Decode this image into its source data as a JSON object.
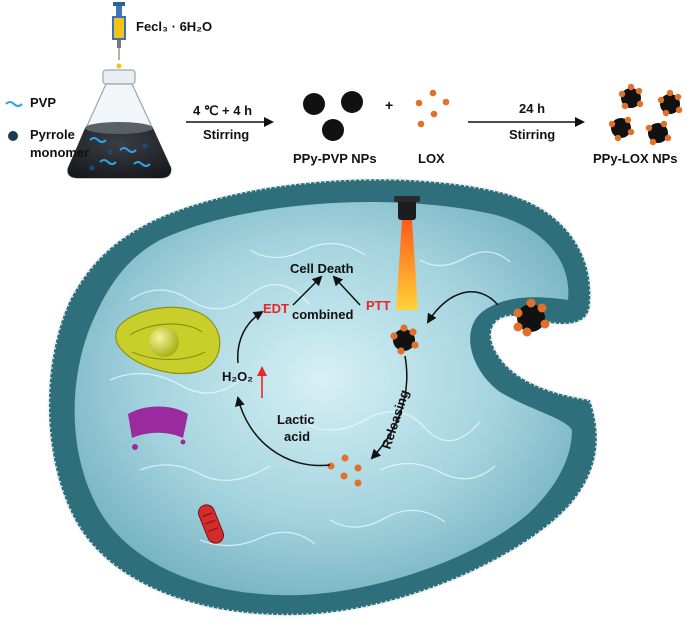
{
  "synthesis": {
    "oxidant_label": "Fecl₃ · 6H₂O",
    "pvp_label": "PVP",
    "monomer_label_line1": "Pyrrole",
    "monomer_label_line2": "monomer",
    "step1_top": "4 ℃ + 4 h",
    "step1_bottom": "Stirring",
    "ppy_pvp_label": "PPy-PVP NPs",
    "plus_sign": "+",
    "lox_label": "LOX",
    "step2_top": "24 h",
    "step2_bottom": "Stirring",
    "ppy_lox_label": "PPy-LOX NPs"
  },
  "cell": {
    "cell_death": "Cell Death",
    "edt": "EDT",
    "combined": "combined",
    "ptt": "PTT",
    "h2o2": "H₂O₂",
    "lactic": "Lactic",
    "acid": "acid",
    "releasing": "Releasing"
  },
  "colors": {
    "membrane_teal": "#2f6f7c",
    "cytoplasm": "#8fc9d6",
    "nanoparticle_black": "#111111",
    "lox_orange": "#e0702a",
    "highlight_red": "#e8262b",
    "nucleus_yellow": "#c9cf2a",
    "golgi_purple": "#9b2a9e",
    "mito_red": "#d62b2b"
  }
}
